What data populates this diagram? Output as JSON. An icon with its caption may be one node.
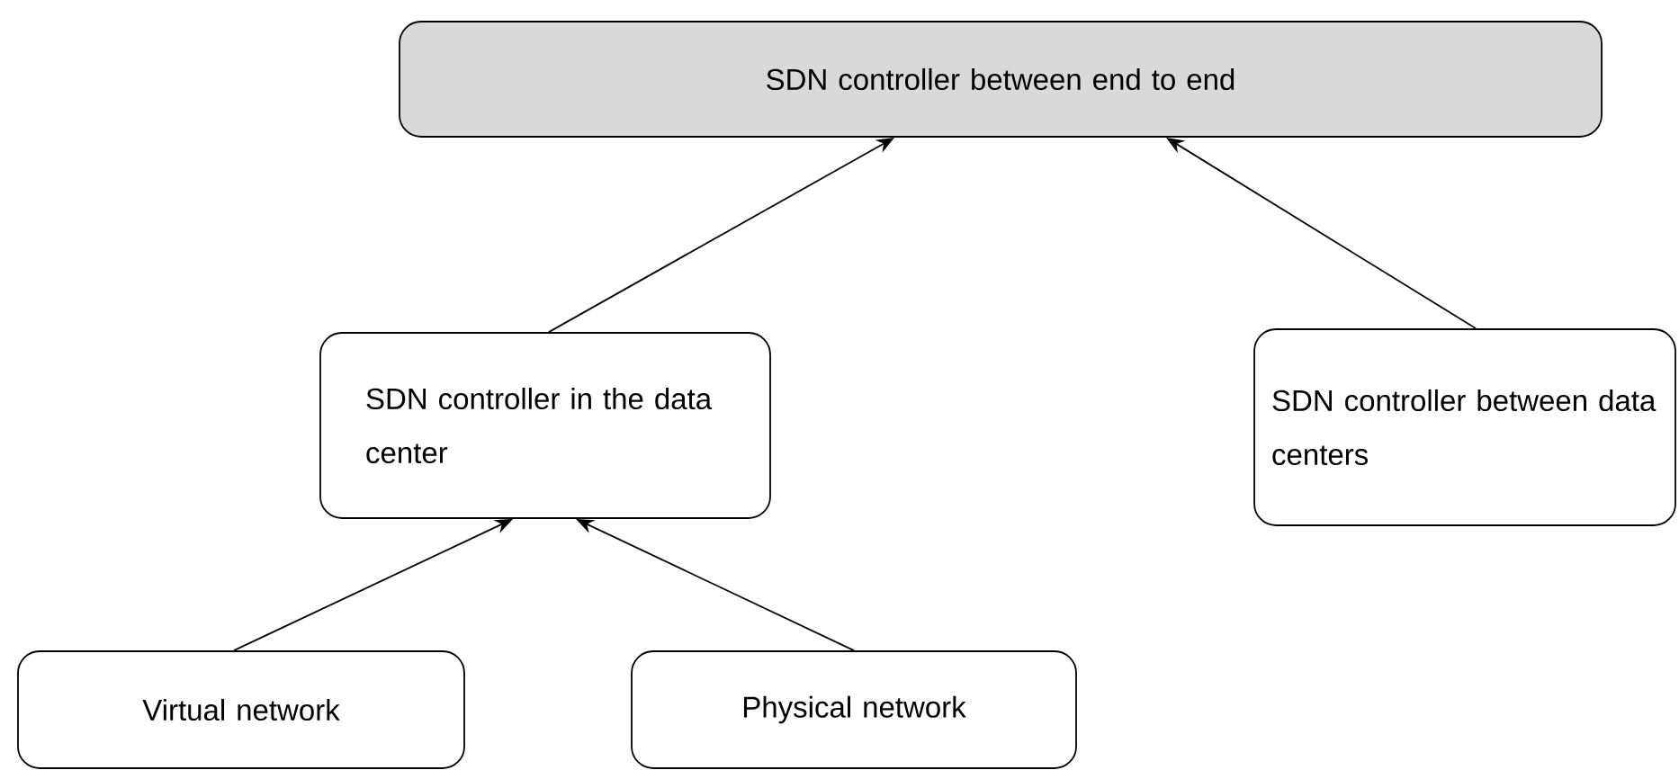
{
  "diagram": {
    "nodes": [
      {
        "text": [
          "SDN controller between end to end"
        ]
      },
      {
        "text": [
          "SDN controller in the data center"
        ]
      },
      {
        "text": [
          "SDN controller between data centers"
        ]
      },
      {
        "text": [
          "Virtual network"
        ]
      },
      {
        "text": [
          "Physical network"
        ]
      }
    ],
    "edges": [
      {
        "from": 1,
        "to": 0,
        "arrow": "to"
      },
      {
        "from": 2,
        "to": 0,
        "arrow": "to"
      },
      {
        "from": 3,
        "to": 1,
        "arrow": "to"
      },
      {
        "from": 4,
        "to": 1,
        "arrow": "to"
      }
    ]
  }
}
